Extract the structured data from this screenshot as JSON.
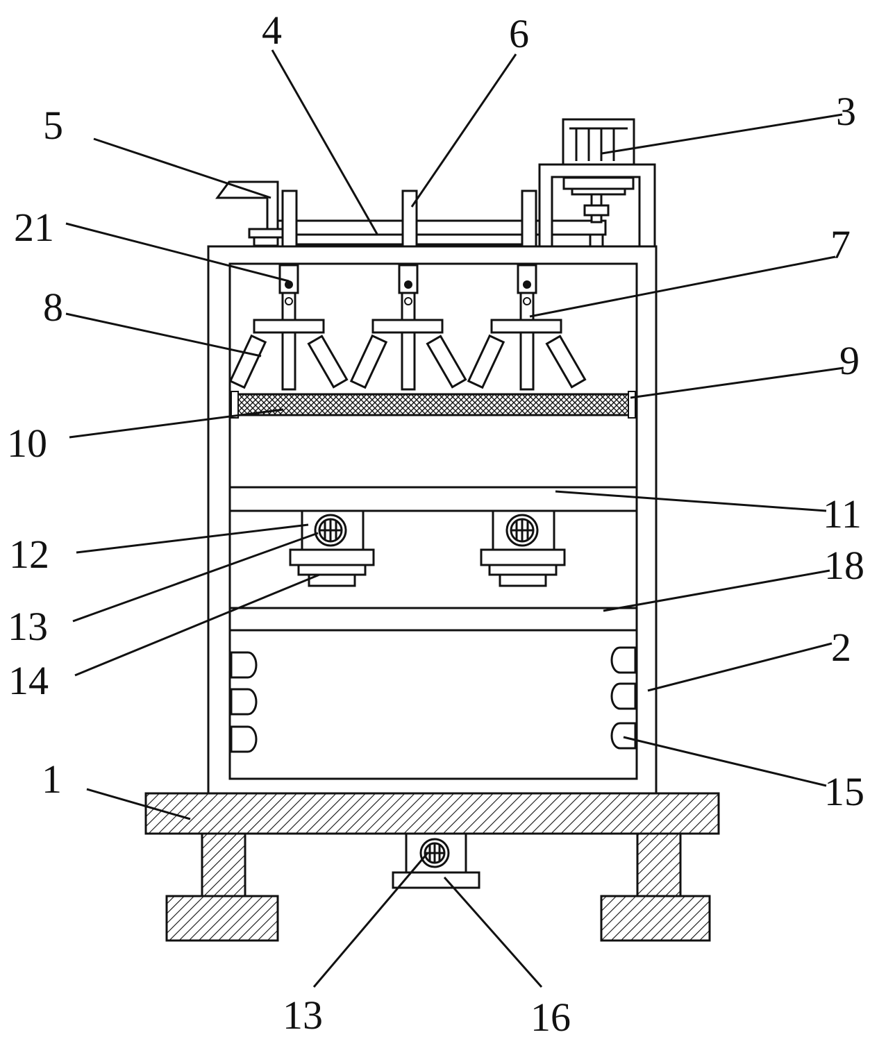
{
  "labels": {
    "l1": "1",
    "l2": "2",
    "l3": "3",
    "l4": "4",
    "l5": "5",
    "l6": "6",
    "l7": "7",
    "l8": "8",
    "l9": "9",
    "l10": "10",
    "l11": "11",
    "l12": "12",
    "l13a": "13",
    "l13b": "13",
    "l14": "14",
    "l15": "15",
    "l16": "16",
    "l18": "18",
    "l21": "21"
  },
  "colors": {
    "line": "#111111",
    "background": "#ffffff",
    "hatch": "#111111"
  }
}
